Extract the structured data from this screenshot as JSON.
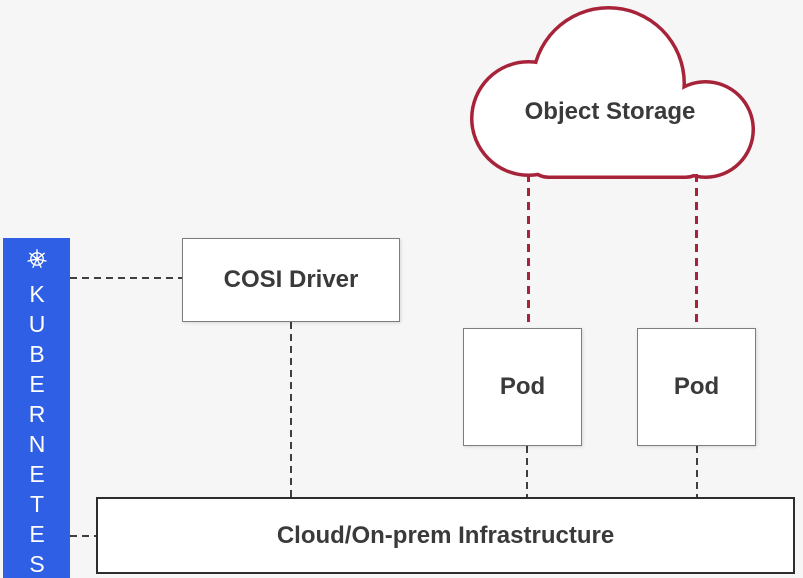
{
  "kubernetes_bar": {
    "label": "KUBERNETES",
    "icon": "kubernetes-helm-icon"
  },
  "nodes": {
    "cosi_driver": {
      "label": "COSI Driver"
    },
    "object_storage": {
      "label": "Object Storage",
      "shape": "cloud"
    },
    "pod_left": {
      "label": "Pod"
    },
    "pod_right": {
      "label": "Pod"
    },
    "infrastructure": {
      "label": "Cloud/On-prem Infrastructure"
    }
  },
  "edges": [
    {
      "from": "kubernetes",
      "to": "cosi-driver",
      "style": "dashed-dark"
    },
    {
      "from": "kubernetes",
      "to": "infrastructure",
      "style": "dashed-dark"
    },
    {
      "from": "cosi-driver",
      "to": "infrastructure",
      "style": "dashed-dark"
    },
    {
      "from": "object-storage",
      "to": "pod-left",
      "style": "dashed-red"
    },
    {
      "from": "object-storage",
      "to": "pod-right",
      "style": "dashed-red"
    },
    {
      "from": "pod-left",
      "to": "infrastructure",
      "style": "dashed-dark"
    },
    {
      "from": "pod-right",
      "to": "infrastructure",
      "style": "dashed-dark"
    }
  ],
  "colors": {
    "background": "#f6f6f6",
    "kubernetes_blue": "#2E5FE4",
    "storage_red": "#A72339",
    "connector_dark": "#3f3f3f",
    "box_border": "#7d7d7d",
    "infra_border": "#2d2d2d",
    "text": "#3a3a3a"
  }
}
